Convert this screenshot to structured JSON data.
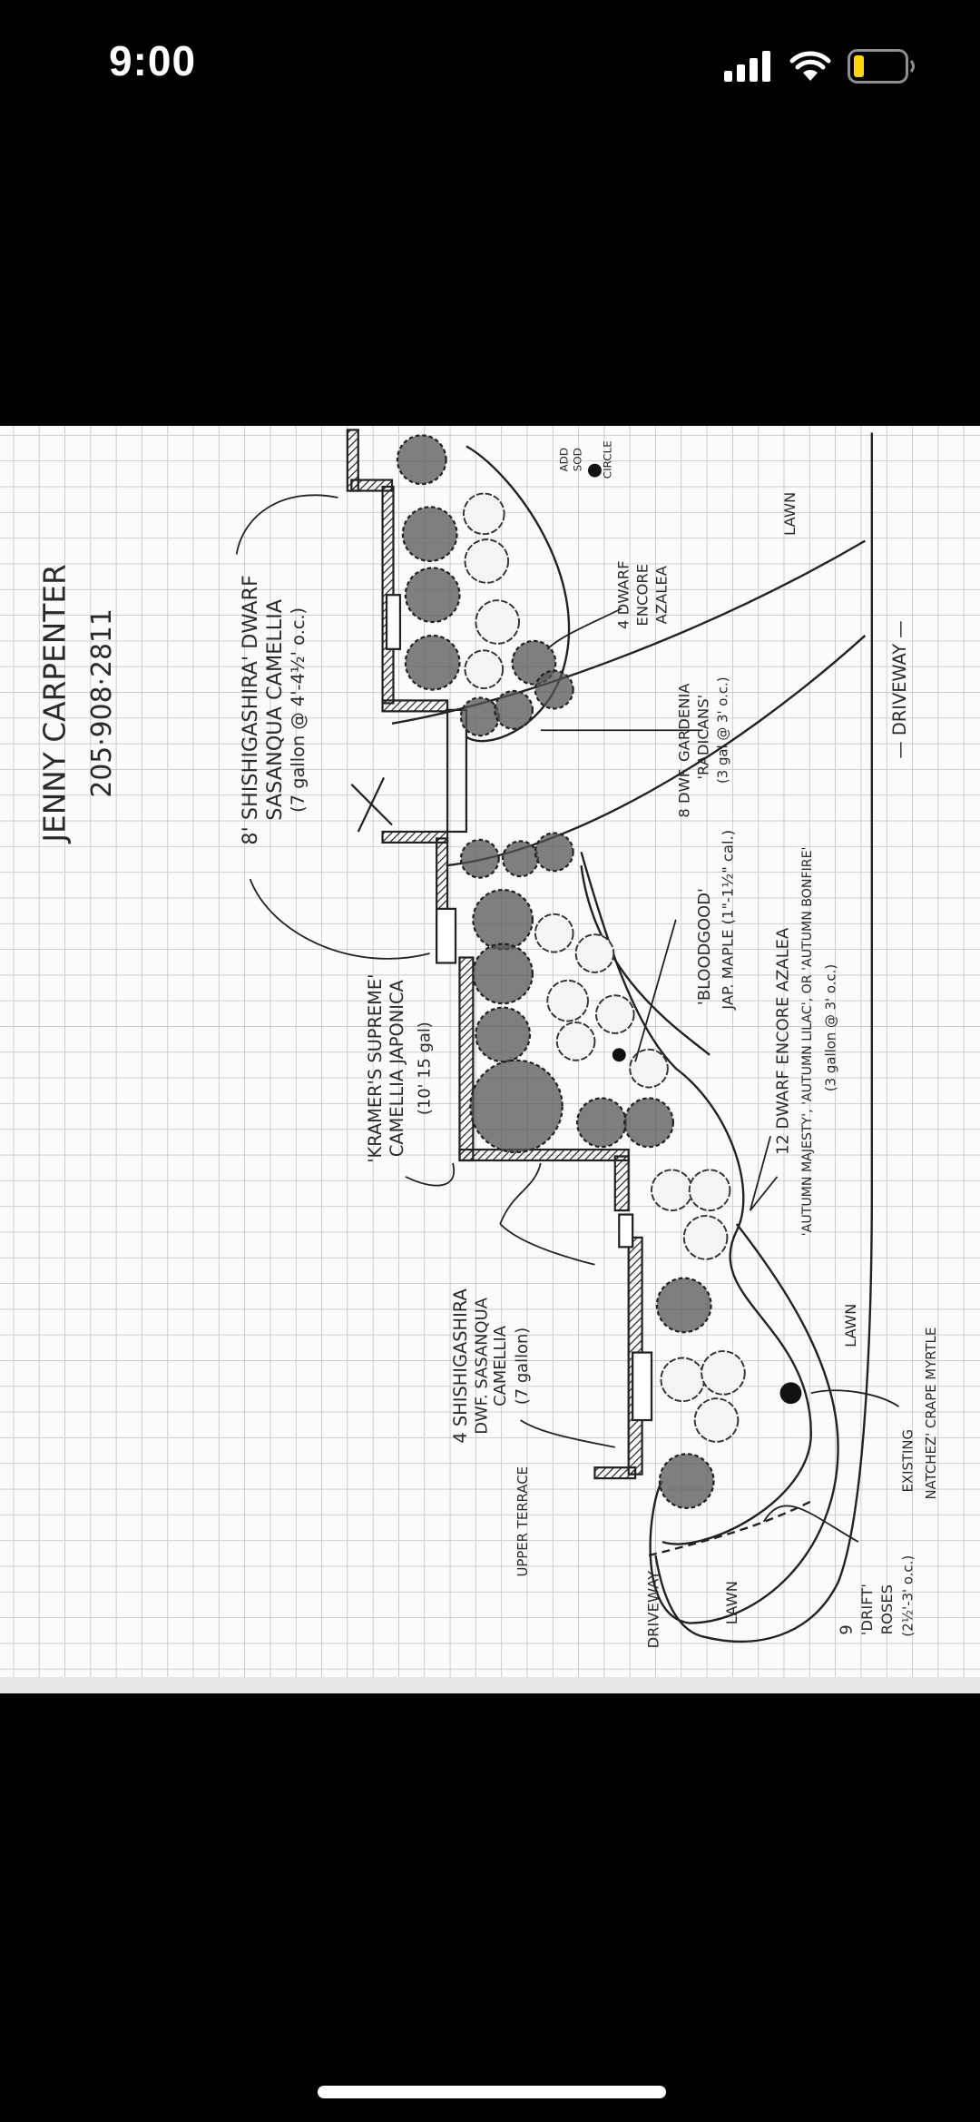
{
  "status_bar": {
    "time": "9:00",
    "icons": [
      "cellular-signal-icon",
      "wifi-icon",
      "battery-icon"
    ],
    "battery_color": "#ffd60a"
  },
  "sketch": {
    "designer_name": "JENNY CARPENTER",
    "designer_phone": "205·908·2811",
    "labels": {
      "shishigashira_8_l1": "8' SHISHIGASHIRA' DWARF",
      "shishigashira_8_l2": "SASANQUA CAMELLIA",
      "shishigashira_8_l3": "(7 gallon @ 4'-4½' o.c.)",
      "kramers_l1": "'KRAMER'S SUPREME'",
      "kramers_l2": "CAMELLIA JAPONICA",
      "kramers_l3": "(10' 15 gal)",
      "shishigashira_4_l1": "4 SHISHIGASHIRA",
      "shishigashira_4_l2": "DWF. SASANQUA",
      "shishigashira_4_l3": "CAMELLIA",
      "shishigashira_4_l4": "(7 gallon)",
      "upper_terrace": "UPPER TERRACE",
      "driveway_left": "DRIVEWAY",
      "lawn_1": "LAWN",
      "lawn_2": "LAWN",
      "lawn_3": "LAWN",
      "drift_roses_l1": "9",
      "drift_roses_l2": "'DRIFT'",
      "drift_roses_l3": "ROSES",
      "drift_roses_l4": "(2½'-3' o.c.)",
      "crape_myrtle_l1": "EXISTING",
      "crape_myrtle_l2": "NATCHEZ' CRAPE MYRTLE",
      "encore_12_l1": "12 DWARF ENCORE AZALEA",
      "encore_12_l2": "'AUTUMN MAJESTY', 'AUTUMN LILAC', OR 'AUTUMN BONFIRE'",
      "encore_12_l3": "(3 gallon @ 3' o.c.)",
      "maple_l1": "'BLOODGOOD'",
      "maple_l2": "JAP. MAPLE (1\"-1½\" cal.)",
      "gardenia_l1": "8 DWF. GARDENIA",
      "gardenia_l2": "'RADICANS'",
      "gardenia_l3": "(3 gal @ 3' o.c.)",
      "encore_4_l1": "4 DWARF",
      "encore_4_l2": "ENCORE",
      "encore_4_l3": "AZALEA",
      "sod_circle_l1": "ADD",
      "sod_circle_l2": "SOD",
      "sod_circle_l3": "CIRCLE",
      "driveway_main": "— DRIVEWAY —"
    }
  }
}
